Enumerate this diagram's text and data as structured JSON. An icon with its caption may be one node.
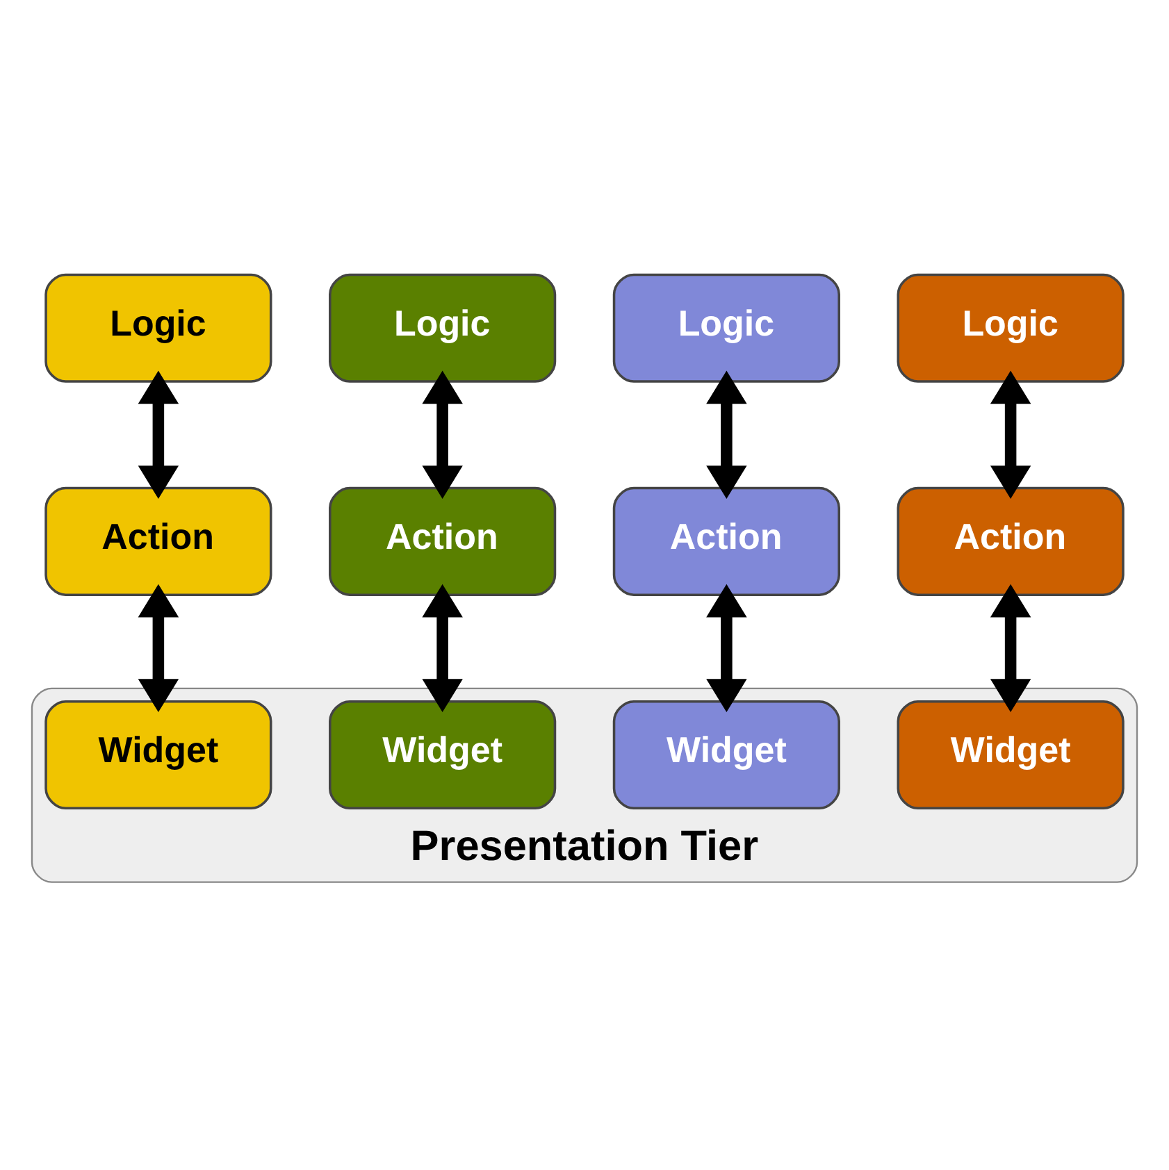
{
  "diagram": {
    "nodes": [
      {
        "text": [
          "Logic"
        ]
      },
      {
        "text": [
          "Logic"
        ]
      },
      {
        "text": [
          "Logic"
        ]
      },
      {
        "text": [
          "Logic"
        ]
      },
      {
        "text": [
          "Action"
        ]
      },
      {
        "text": [
          "Action"
        ]
      },
      {
        "text": [
          "Action"
        ]
      },
      {
        "text": [
          "Action"
        ]
      },
      {
        "text": [
          "Presentation Tier"
        ]
      },
      {
        "text": [
          "Widget"
        ],
        "in": 8
      },
      {
        "text": [
          "Widget"
        ],
        "in": 8
      },
      {
        "text": [
          "Widget"
        ],
        "in": 8
      },
      {
        "text": [
          "Widget"
        ],
        "in": 8
      }
    ],
    "edges": [
      {
        "from": 0,
        "to": 4,
        "arrow": "both"
      },
      {
        "from": 1,
        "to": 5,
        "arrow": "both"
      },
      {
        "from": 2,
        "to": 6,
        "arrow": "both"
      },
      {
        "from": 3,
        "to": 7,
        "arrow": "both"
      },
      {
        "from": 4,
        "to": 9,
        "arrow": "both"
      },
      {
        "from": 5,
        "to": 10,
        "arrow": "both"
      },
      {
        "from": 6,
        "to": 11,
        "arrow": "both"
      },
      {
        "from": 7,
        "to": 12,
        "arrow": "both"
      }
    ]
  }
}
